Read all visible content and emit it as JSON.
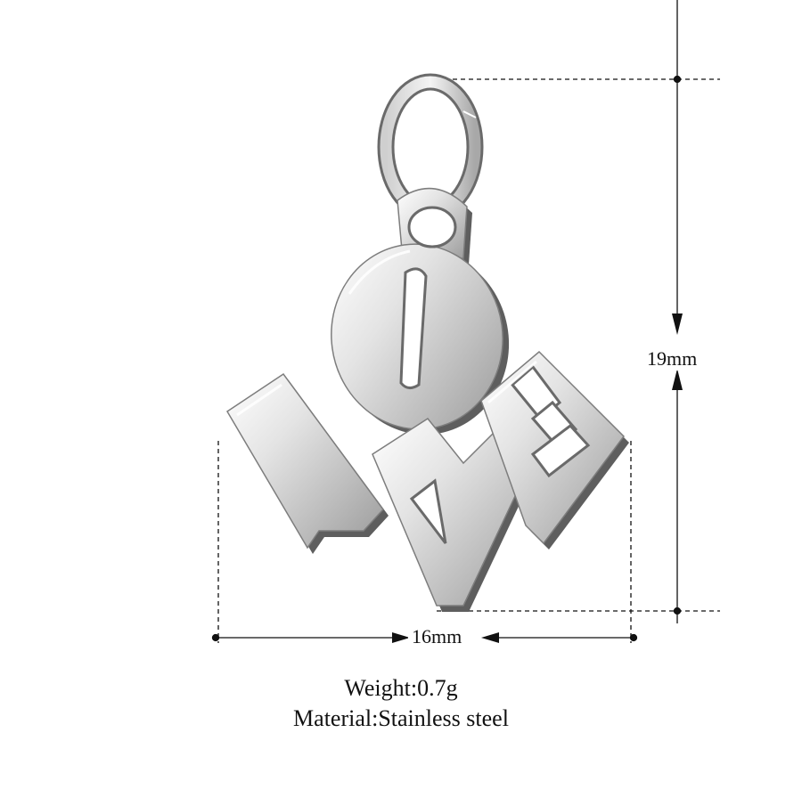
{
  "dimensions": {
    "height_label": "19mm",
    "width_label": "16mm"
  },
  "specs": {
    "weight": "Weight:0.7g",
    "material": "Material:Stainless steel"
  },
  "colors": {
    "background": "#ffffff",
    "metal_light": "#f2f2f2",
    "metal_mid": "#bfbfbf",
    "metal_dark": "#5e5e5e",
    "line": "#111111"
  }
}
